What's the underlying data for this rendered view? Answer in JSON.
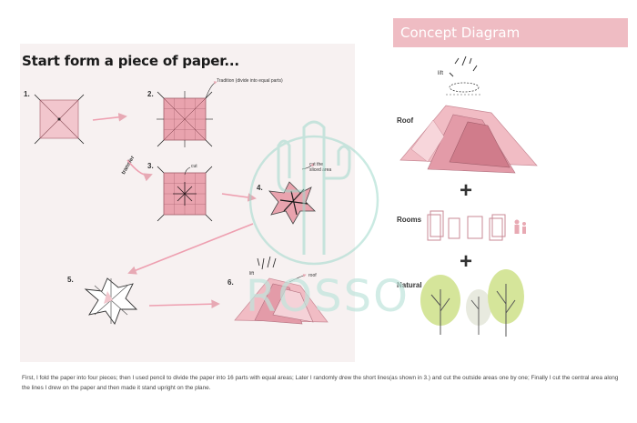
{
  "left": {
    "title": "Start form a piece of paper...",
    "steps": [
      "1.",
      "2.",
      "3.",
      "4.",
      "5.",
      "6."
    ],
    "notes": {
      "tradition": "Tradition (divide into equal parts)",
      "transfer": "transfer",
      "cut": "cut",
      "cut_area": "cut the\nsliced area",
      "lift": "lift",
      "roof": "roof"
    }
  },
  "concept": {
    "title": "Concept Diagram",
    "lift": "lift",
    "roof": "Roof",
    "rooms": "Rooms",
    "natural": "Natural",
    "plus": "+"
  },
  "watermark": "ROSSO",
  "caption": "First, I fold the paper into four pieces; then I used pencil to divide the paper into 16 parts with equal areas; Later I randomly drew the short lines(as shown in 3.)  and cut the outside areas one by one; Finally I cut the central area along the lines I drew on the paper and then made it stand upright on the plane.",
  "colors": {
    "pink": "#efbcc3",
    "pink_dark": "#d98a98",
    "panel": "#f7f1f1",
    "green": "#d5e59a",
    "watermark": "#9fd9cb"
  }
}
